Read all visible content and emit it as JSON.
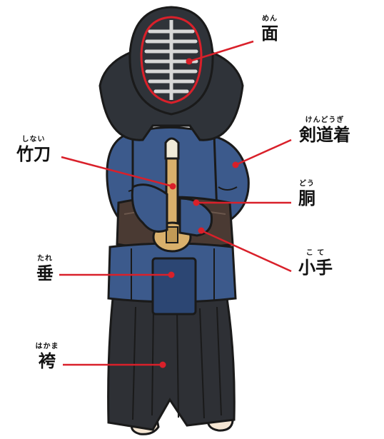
{
  "labels": {
    "men": {
      "ruby": "めん",
      "text": "面"
    },
    "kendogi": {
      "ruby": "けんどうぎ",
      "text": "剣道着"
    },
    "shinai": {
      "ruby": "しない",
      "text": "竹刀"
    },
    "do": {
      "ruby": "どう",
      "text": "胴"
    },
    "tare": {
      "ruby": "たれ",
      "text": "垂"
    },
    "kote": {
      "ruby": "こ て",
      "text": "小手"
    },
    "hakama": {
      "ruby": "はかま",
      "text": "袴"
    }
  },
  "colors": {
    "leader_line": "#d9202a",
    "dot": "#d9202a",
    "outline": "#1a1a1a",
    "men_dark": "#2f3339",
    "uniform_blue": "#3c5a8c",
    "do_brown": "#4a3a33",
    "hakama_dark": "#2e3035",
    "shinai_tan": "#d9b06c"
  }
}
